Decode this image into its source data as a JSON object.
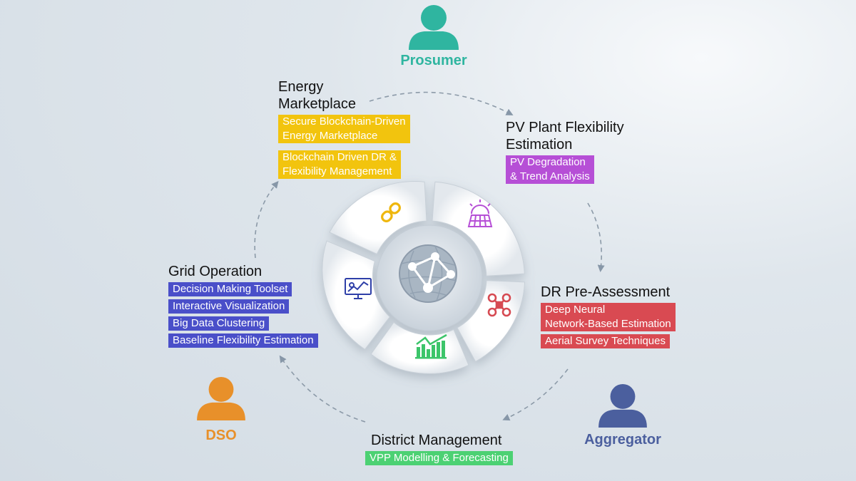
{
  "actors": {
    "prosumer": {
      "label": "Prosumer",
      "color": "#2fb5a0"
    },
    "dso": {
      "label": "DSO",
      "color": "#e8902a"
    },
    "aggregator": {
      "label": "Aggregator",
      "color": "#4b5f9e"
    }
  },
  "modules": {
    "energy_marketplace": {
      "title": "Energy\nMarketplace",
      "color": "#f2c40e",
      "tags": [
        "Secure Blockchain-Driven\nEnergy Marketplace",
        "Blockchain Driven DR &\nFlexibility Management"
      ]
    },
    "pv_plant": {
      "title": "PV Plant Flexibility\nEstimation",
      "color": "#b64fd6",
      "tags": [
        "PV Degradation\n& Trend Analysis"
      ]
    },
    "dr_pre_assessment": {
      "title": "DR Pre-Assessment",
      "color": "#d94a52",
      "tags": [
        "Deep Neural\nNetwork-Based Estimation",
        "Aerial Survey Techniques"
      ]
    },
    "district_management": {
      "title": "District Management",
      "color": "#4cd173",
      "tags": [
        "VPP Modelling & Forecasting"
      ]
    },
    "grid_operation": {
      "title": "Grid Operation",
      "color": "#4a4fc9",
      "tags": [
        "Decision Making Toolset",
        "Interactive Visualization",
        "Big Data Clustering",
        "Baseline Flexibility Estimation"
      ]
    }
  },
  "ring_icons": [
    "link-icon",
    "solar-panel-icon",
    "drone-icon",
    "bar-chart-icon",
    "monitor-chart-icon",
    "globe-network-icon"
  ],
  "colors": {
    "arrow": "#8c9aa8",
    "ring": "#f3f5f7"
  }
}
